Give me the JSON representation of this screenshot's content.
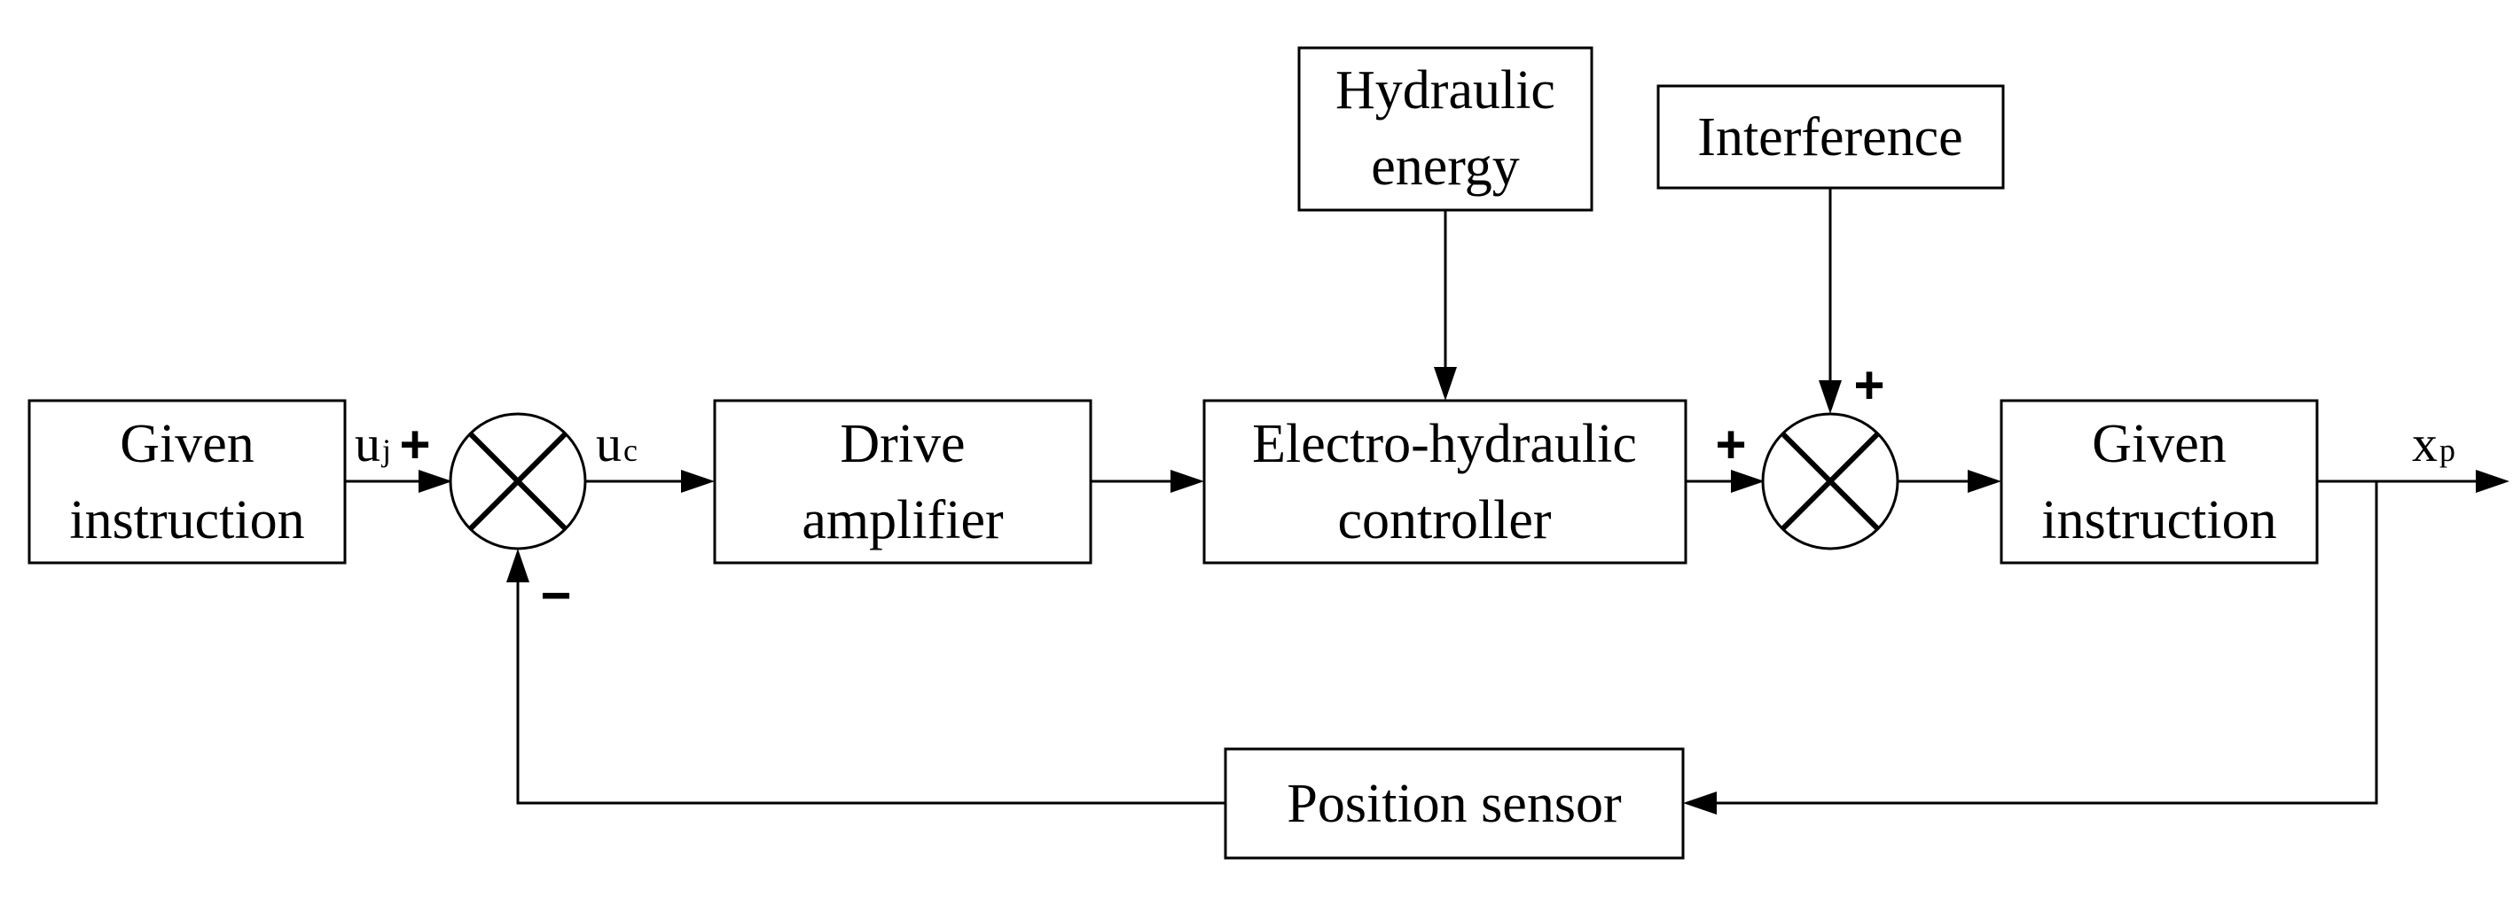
{
  "blocks": {
    "given_instruction_in": {
      "line1": "Given",
      "line2": "instruction"
    },
    "drive_amplifier": {
      "line1": "Drive",
      "line2": "amplifier"
    },
    "ehc": {
      "line1": "Electro-hydraulic",
      "line2": "controller"
    },
    "given_instruction_out": {
      "line1": "Given",
      "line2": "instruction"
    },
    "hydraulic_energy": {
      "line1": "Hydraulic",
      "line2": "energy"
    },
    "interference": {
      "line1": "Interference"
    },
    "position_sensor": {
      "line1": "Position sensor"
    }
  },
  "signals": {
    "uj": {
      "main": "u",
      "sub": "j"
    },
    "uc": {
      "main": "u",
      "sub": "c"
    },
    "xp": {
      "main": "x",
      "sub": "p"
    }
  },
  "signs": {
    "sum1_plus": "+",
    "sum1_minus": "−",
    "sum2_plus_left": "+",
    "sum2_plus_top": "+"
  }
}
